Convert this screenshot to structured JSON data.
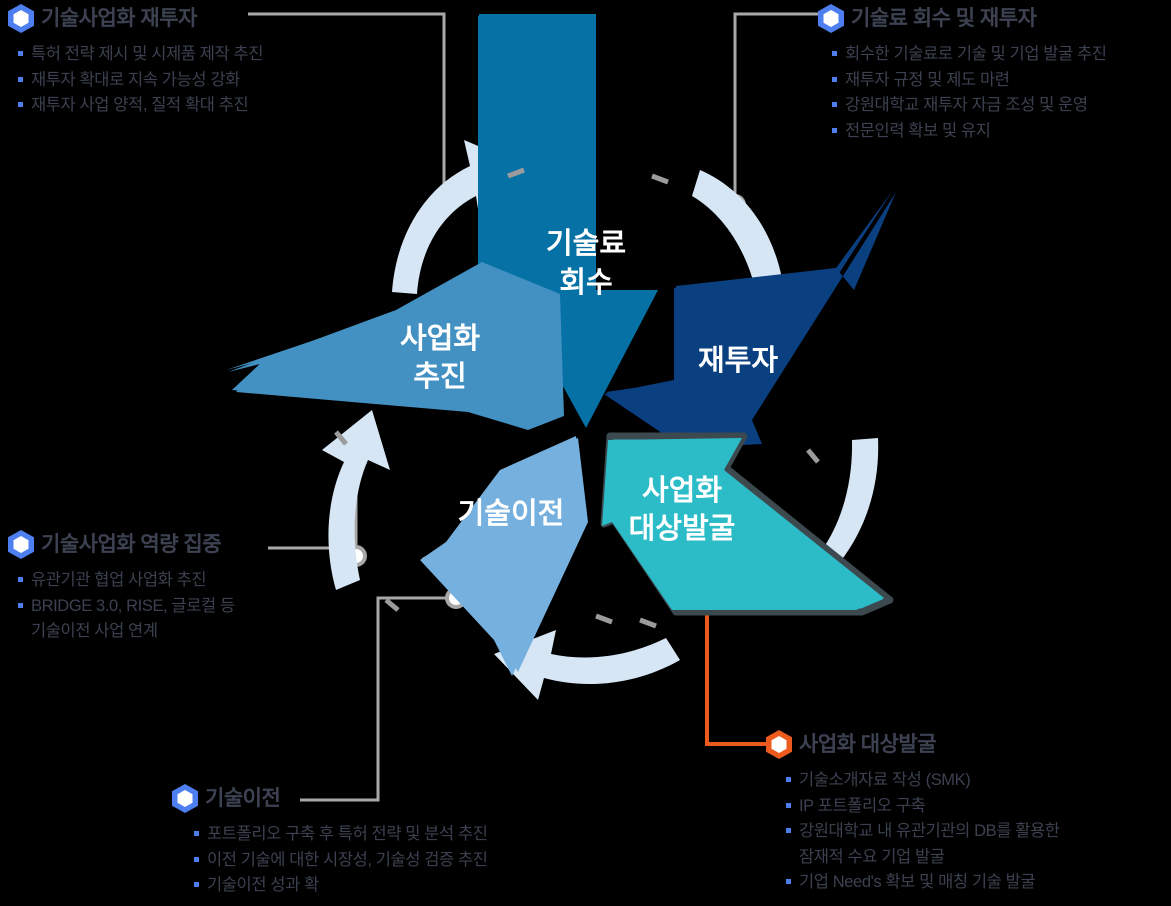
{
  "diagram": {
    "background": "#000000",
    "nodes": [
      {
        "id": "fee_recovery",
        "label": "기술료\n회수",
        "line1": "기술료",
        "line2": "회수",
        "color": "#0571a5"
      },
      {
        "id": "reinvest",
        "label": "재투자",
        "line1": "재투자",
        "line2": "",
        "color": "#0a3f80"
      },
      {
        "id": "target_discovery",
        "label": "사업화\n대상발굴",
        "line1": "사업화",
        "line2": "대상발굴",
        "color": "#2bbcc8",
        "highlight": true,
        "outline": "#3c4a4f"
      },
      {
        "id": "tech_transfer",
        "label": "기술이전",
        "line1": "기술이전",
        "line2": "",
        "color": "#76b0de"
      },
      {
        "id": "biz_promotion",
        "label": "사업화\n추진",
        "line1": "사업화",
        "line2": "추진",
        "color": "#4291c2"
      }
    ],
    "arrow_color": "#d7e6f5",
    "connector_color": "#a8a8a8",
    "highlight_connector_color": "#ed5a1e"
  },
  "callouts": {
    "reinvest_biz": {
      "title": "기술사업화 재투자",
      "icon": "hexagon-icon",
      "icon_color": "#4e7ff0",
      "items": [
        "특허 전략 제시 및 시제품 제작 추진",
        "재투자 확대로 지속 가능성 강화",
        "재투자 사업 양적, 질적 확대 추진"
      ]
    },
    "fee_recovery": {
      "title": "기술료 회수 및 재투자",
      "icon": "hexagon-icon",
      "icon_color": "#4e7ff0",
      "items": [
        "회수한 기술료로 기술 및 기업 발굴 추진",
        "재투자 규정 및 제도 마련",
        "강원대학교 재투자 자금 조성 및 운영",
        "전문인력 확보 및 유지"
      ]
    },
    "capability": {
      "title": "기술사업화 역량 집중",
      "icon": "hexagon-icon",
      "icon_color": "#4e7ff0",
      "items": [
        "유관기관 협업 사업화 추진",
        "BRIDGE 3.0, RISE, 글로컬 등\n기술이전 사업 연계"
      ]
    },
    "tech_transfer": {
      "title": "기술이전",
      "icon": "hexagon-icon",
      "icon_color": "#4e7ff0",
      "items": [
        "포트폴리오 구축 후 특허 전략 및 분석 추진",
        "이전 기술에 대한 시장성, 기술성 검증 추진",
        "기술이전 성과 확"
      ]
    },
    "target_discovery": {
      "title": "사업화 대상발굴",
      "icon": "hexagon-icon",
      "icon_color": "#ed5a1e",
      "items": [
        "기술소개자료 작성 (SMK)",
        "IP 포트폴리오 구축",
        "강원대학교 내 유관기관의 DB를 활용한\n잠재적 수요 기업 발굴",
        "기업 Need's 확보 및 매칭 기술 발굴"
      ]
    }
  }
}
